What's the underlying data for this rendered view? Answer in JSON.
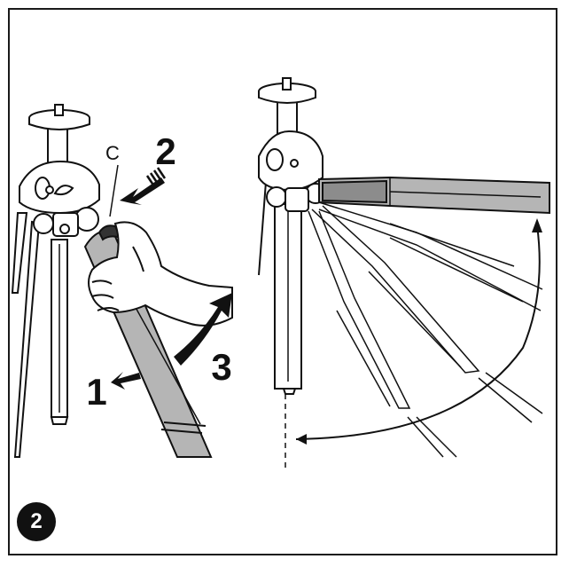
{
  "figure": {
    "step_badge": "2",
    "labels": {
      "part_c": "C",
      "step_2": "2",
      "step_1": "1",
      "step_3": "3"
    },
    "colors": {
      "ink": "#111111",
      "leg_fill": "#b5b5b5",
      "leg_dark": "#8c8c8c",
      "paper": "#ffffff"
    }
  }
}
